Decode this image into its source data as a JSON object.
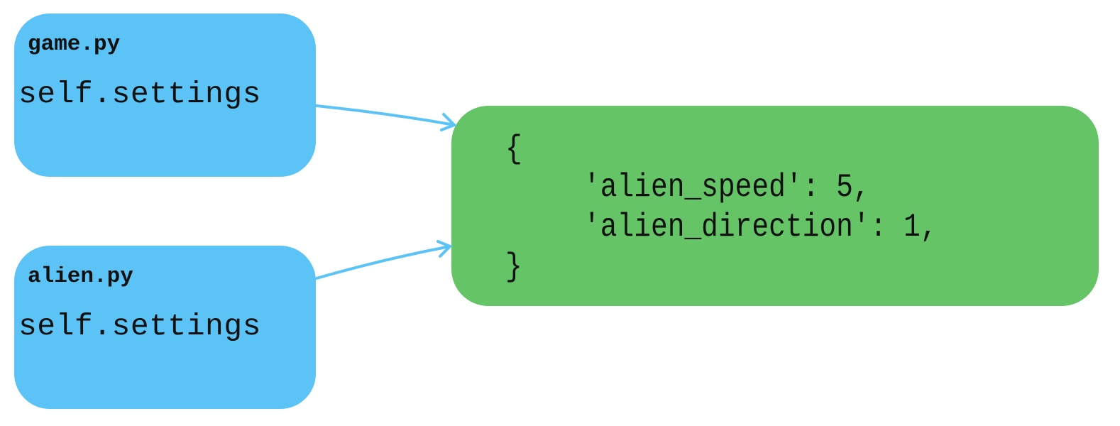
{
  "diagram": {
    "nodes": [
      {
        "id": "game",
        "file": "game.py",
        "variable": "self.settings",
        "color": "#5BC3F5"
      },
      {
        "id": "alien",
        "file": "alien.py",
        "variable": "self.settings",
        "color": "#5BC3F5"
      }
    ],
    "settings_dict": {
      "color": "#64C466",
      "open_brace": "{",
      "entries": [
        "'alien_speed': 5,",
        "'alien_direction': 1,"
      ],
      "close_brace": "}"
    },
    "edges": [
      {
        "from": "game",
        "to": "settings_dict",
        "color": "#5BC3F5"
      },
      {
        "from": "alien",
        "to": "settings_dict",
        "color": "#5BC3F5"
      }
    ]
  }
}
